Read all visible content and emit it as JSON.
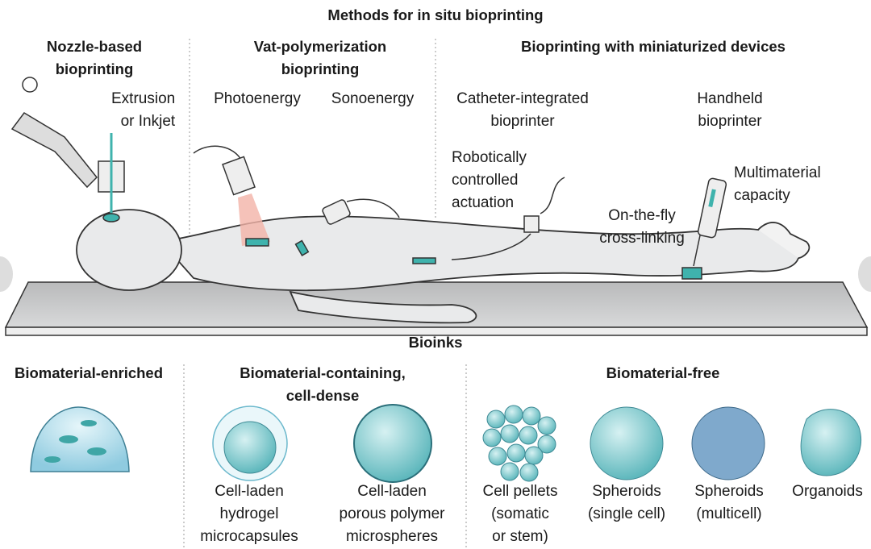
{
  "title": "Methods for in situ bioprinting",
  "methods": {
    "nozzle": {
      "heading": [
        "Nozzle-based",
        "bioprinting"
      ],
      "sub": [
        "Extrusion",
        "or Inkjet"
      ]
    },
    "vat": {
      "heading": [
        "Vat-polymerization",
        "bioprinting"
      ],
      "photo": "Photoenergy",
      "sono": "Sonoenergy"
    },
    "mini": {
      "heading": "Bioprinting with miniaturized devices",
      "catheter": [
        "Catheter-integrated",
        "bioprinter"
      ],
      "handheld": [
        "Handheld",
        "bioprinter"
      ],
      "robotic": [
        "Robotically",
        "controlled",
        "actuation"
      ],
      "multimaterial": [
        "Multimaterial",
        "capacity"
      ],
      "crosslinking": [
        "On-the-fly",
        "cross-linking"
      ]
    }
  },
  "bioinks": {
    "title": "Bioinks",
    "enriched": {
      "heading": "Biomaterial-enriched"
    },
    "containing": {
      "heading": [
        "Biomaterial-containing,",
        "cell-dense"
      ],
      "items": [
        {
          "label": [
            "Cell-laden",
            "hydrogel",
            "microcapsules"
          ]
        },
        {
          "label": [
            "Cell-laden",
            "porous polymer",
            "microspheres"
          ]
        }
      ]
    },
    "free": {
      "heading": "Biomaterial-free",
      "items": [
        {
          "label": [
            "Cell pellets",
            "(somatic",
            "or stem)"
          ]
        },
        {
          "label": [
            "Spheroids",
            "(single cell)"
          ]
        },
        {
          "label": [
            "Spheroids",
            "(multicell)"
          ]
        },
        {
          "label": [
            "Organoids"
          ]
        }
      ]
    }
  },
  "colors": {
    "teal": "#3fb3ad",
    "cell": "#8fd3d6",
    "body": "#e9eaeb",
    "table": "#c9cacb"
  }
}
